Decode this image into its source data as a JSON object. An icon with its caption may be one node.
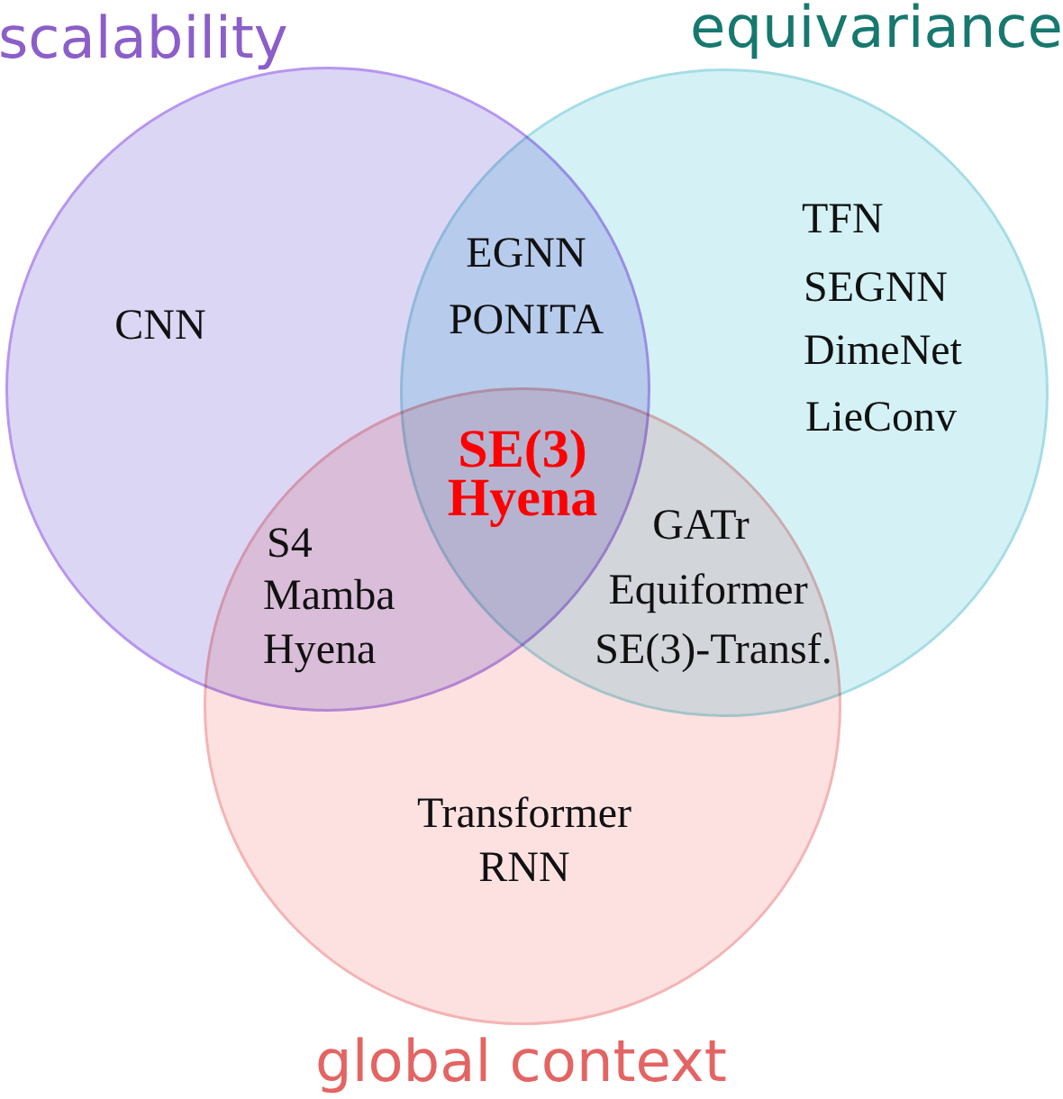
{
  "diagram": {
    "nodes": [
      {
        "text": [
          "scalability"
        ]
      },
      {
        "text": [
          "equivariance"
        ]
      },
      {
        "text": [
          "global context"
        ]
      }
    ],
    "labels": [
      "CNN",
      "EGNN",
      "PONITA",
      "TFN",
      "SEGNN",
      "DimeNet",
      "LieConv",
      "SE(3) Hyena",
      "S4",
      "Mamba",
      "Hyena",
      "GATr",
      "Equiformer",
      "SE(3)-Transf.",
      "Transformer",
      "RNN"
    ]
  }
}
